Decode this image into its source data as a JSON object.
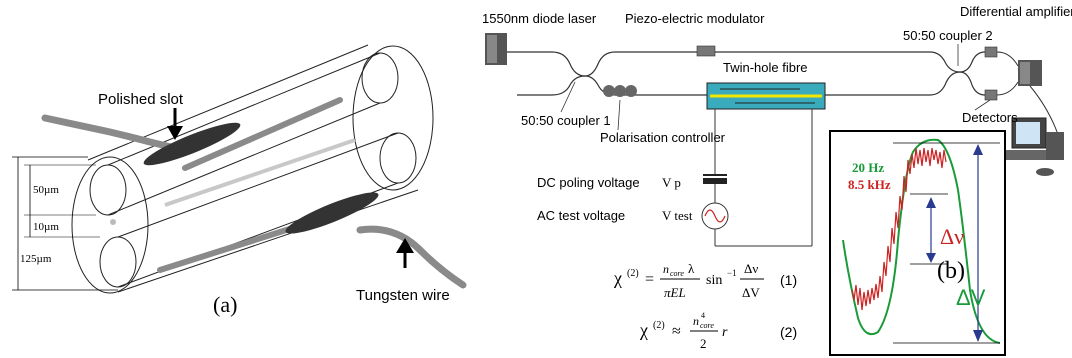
{
  "panel_a": {
    "polished_slot": "Polished slot",
    "tungsten_wire": "Tungsten wire",
    "dim_50": "50µm",
    "dim_10": "10µm",
    "dim_125": "125µm",
    "panel_label": "(a)"
  },
  "setup": {
    "laser": "1550nm diode laser",
    "modulator": "Piezo-electric modulator",
    "diff_amp": "Differential amplifier",
    "coupler2": "50:50 coupler 2",
    "twin_hole": "Twin-hole fibre",
    "coupler1": "50:50 coupler 1",
    "pol_controller": "Polarisation controller",
    "detectors": "Detectors",
    "dc_label": "DC poling voltage",
    "vp": "V p",
    "ac_label": "AC test voltage",
    "vtest": "V test"
  },
  "equations": {
    "eq1_num": "(1)",
    "eq2_num": "(2)"
  },
  "panel_b": {
    "freq1": "20 Hz",
    "freq2": "8.5 kHz",
    "delta_nu": "Δν",
    "delta_v": "ΔV",
    "panel_label": "(b)",
    "colors": {
      "slow": "#1a9b3a",
      "fast": "#cc2222"
    }
  }
}
